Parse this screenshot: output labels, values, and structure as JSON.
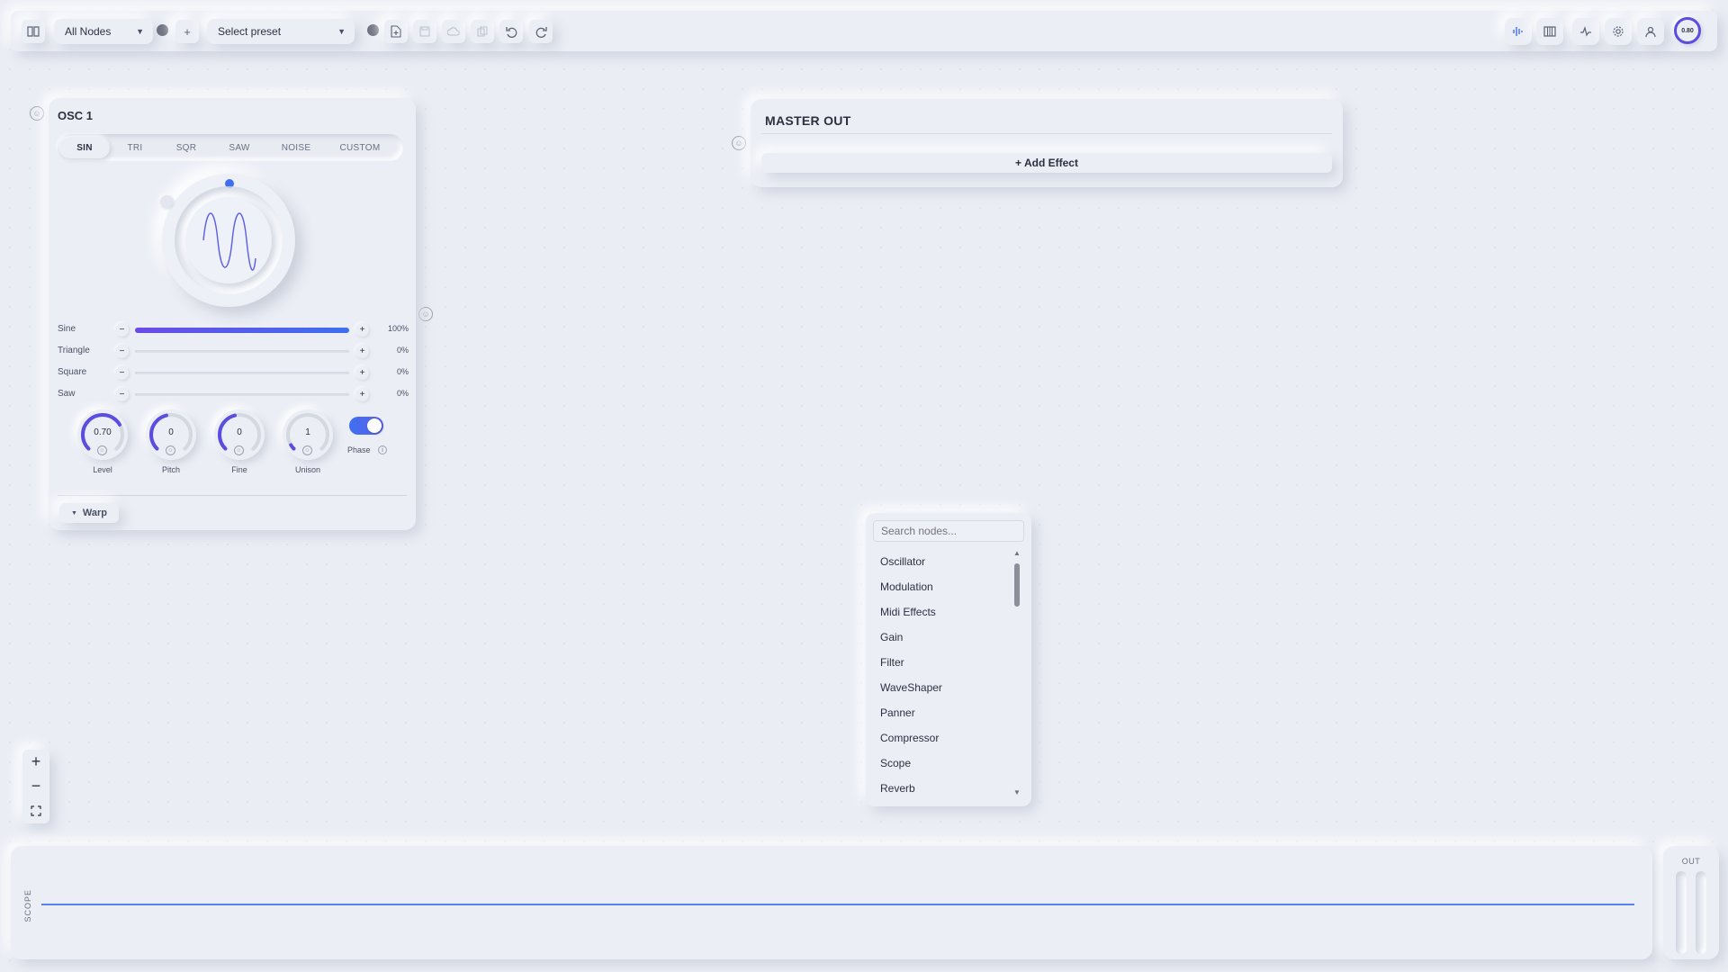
{
  "toolbar": {
    "nodes_filter": "All Nodes",
    "preset_select": "Select preset",
    "volume": "0.80"
  },
  "osc": {
    "title": "OSC 1",
    "wave_tabs": [
      "SIN",
      "TRI",
      "SQR",
      "SAW",
      "NOISE",
      "CUSTOM"
    ],
    "active_tab": "SIN",
    "mix": [
      {
        "label": "Sine",
        "value": "100%",
        "fraction": 1.0
      },
      {
        "label": "Triangle",
        "value": "0%",
        "fraction": 0
      },
      {
        "label": "Square",
        "value": "0%",
        "fraction": 0
      },
      {
        "label": "Saw",
        "value": "0%",
        "fraction": 0
      }
    ],
    "knobs": [
      {
        "label": "Level",
        "value": "0.70"
      },
      {
        "label": "Pitch",
        "value": "0"
      },
      {
        "label": "Fine",
        "value": "0"
      },
      {
        "label": "Unison",
        "value": "1"
      }
    ],
    "phase_label": "Phase",
    "warp_label": "Warp"
  },
  "master": {
    "title": "MASTER OUT",
    "add_effect": "+ Add Effect"
  },
  "node_menu": {
    "search_placeholder": "Search nodes...",
    "items": [
      "Oscillator",
      "Modulation",
      "Midi Effects",
      "Gain",
      "Filter",
      "WaveShaper",
      "Panner",
      "Compressor",
      "Scope",
      "Reverb"
    ]
  },
  "scope": {
    "label": "SCOPE"
  },
  "out": {
    "label": "OUT"
  },
  "colors": {
    "accent": "#3f6ff0",
    "accent2": "#6a4be6",
    "background": "#eaedf4"
  }
}
